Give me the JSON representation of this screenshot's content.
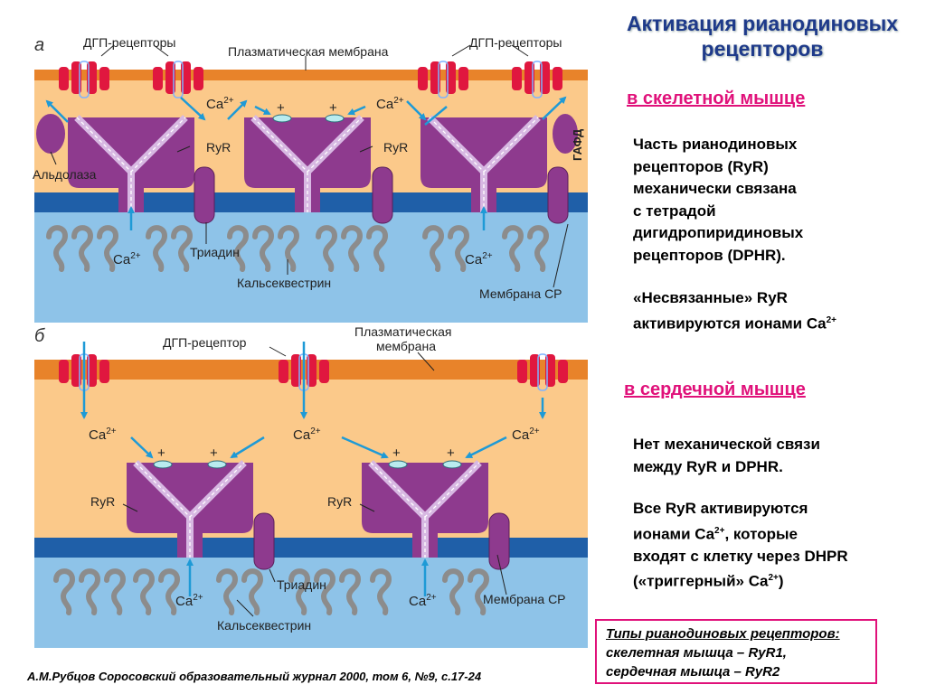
{
  "title_line1": "Активация рианодиновых",
  "title_line2": "рецепторов",
  "panel_a": {
    "letter": "а",
    "dhp_left": "ДГП-рецепторы",
    "dhp_right": "ДГП-рецепторы",
    "plasma_membrane": "Плазматическая мембрана",
    "ca": "Ca",
    "ca_charge": "2+",
    "plus": "+",
    "ryr": "RyR",
    "aldolase": "Альдолаза",
    "gapd": "ГАФД",
    "triadin": "Триадин",
    "calsequestrin": "Кальсеквестрин",
    "sr_membrane": "Мембрана СР"
  },
  "panel_b": {
    "letter": "б",
    "dhp": "ДГП-рецептор",
    "plasma_membrane_l1": "Плазматическая",
    "plasma_membrane_l2": "мембрана",
    "ca": "Ca",
    "ca_charge": "2+",
    "plus": "+",
    "ryr": "RyR",
    "triadin": "Триадин",
    "calsequestrin": "Кальсеквестрин",
    "sr_membrane": "Мембрана СР"
  },
  "skeletal": {
    "heading": "в скелетной мышце",
    "p1": [
      "Часть рианодиновых",
      "рецепторов (RyR)",
      "механически связана",
      "с тетрадой",
      "дигидропиридиновых",
      "рецепторов (DPHR)."
    ],
    "p2_line1": "«Несвязанные» RyR",
    "p2_line2": "активируются ионами Ca",
    "p2_sup": "2+"
  },
  "cardiac": {
    "heading": "в сердечной мышце",
    "p1_line1": "Нет механической связи",
    "p1_line2": "между RyR и DPHR.",
    "p2_line1": "Все RyR активируются",
    "p2_line2_a": "ионами Ca",
    "p2_line2_sup": "2+",
    "p2_line2_b": ", которые",
    "p2_line3": "входят с клетку через DHPR",
    "p2_line4_a": "(«триггерный» Ca",
    "p2_line4_sup": "2+",
    "p2_line4_b": ")"
  },
  "types_box": {
    "line1": "Типы рианодиновых рецепторов:",
    "line2": "скелетная мышца – RyR1,",
    "line3": "сердечная мышца – RyR2"
  },
  "citation": "А.М.Рубцов Соросовский образовательный журнал 2000, том 6, №9, с.17-24",
  "colors": {
    "plasma_membrane": "#e8832a",
    "cytoplasm": "#fbc98a",
    "sr_membrane": "#1f5fa8",
    "sr_lumen": "#8ec3e8",
    "ryr": "#8e3a8e",
    "dhp": "#e0173f",
    "ca_arrow": "#1e9ad6",
    "accent": "#e0117a",
    "title": "#1e3a8a"
  }
}
